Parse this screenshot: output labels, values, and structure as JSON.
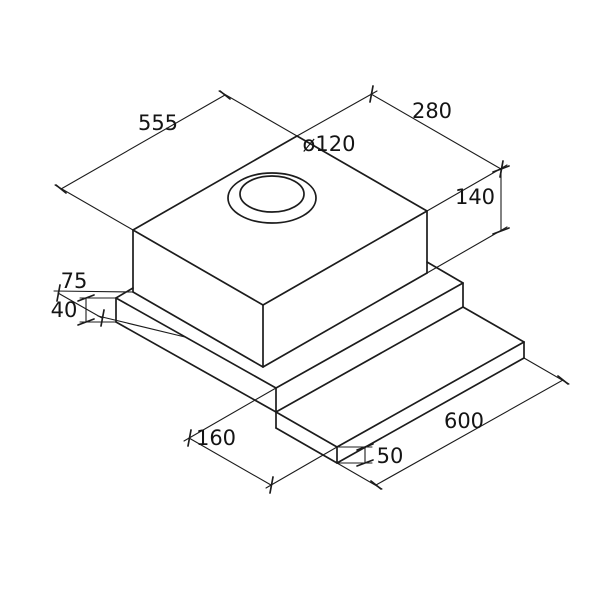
{
  "diagram": {
    "kind": "isometric dimension drawing",
    "subject": "telescopic cooker hood",
    "background": "#ffffff",
    "line_color": "#1c1c1c",
    "dimensions": {
      "dim_555": {
        "label": "555"
      },
      "dim_280": {
        "label": "280"
      },
      "dim_diameter": {
        "label": "ø120"
      },
      "dim_140": {
        "label": "140"
      },
      "dim_75": {
        "label": "75"
      },
      "dim_40": {
        "label": "40"
      },
      "dim_160": {
        "label": "160"
      },
      "dim_600": {
        "label": "600"
      },
      "dim_50": {
        "label": "50"
      }
    }
  }
}
